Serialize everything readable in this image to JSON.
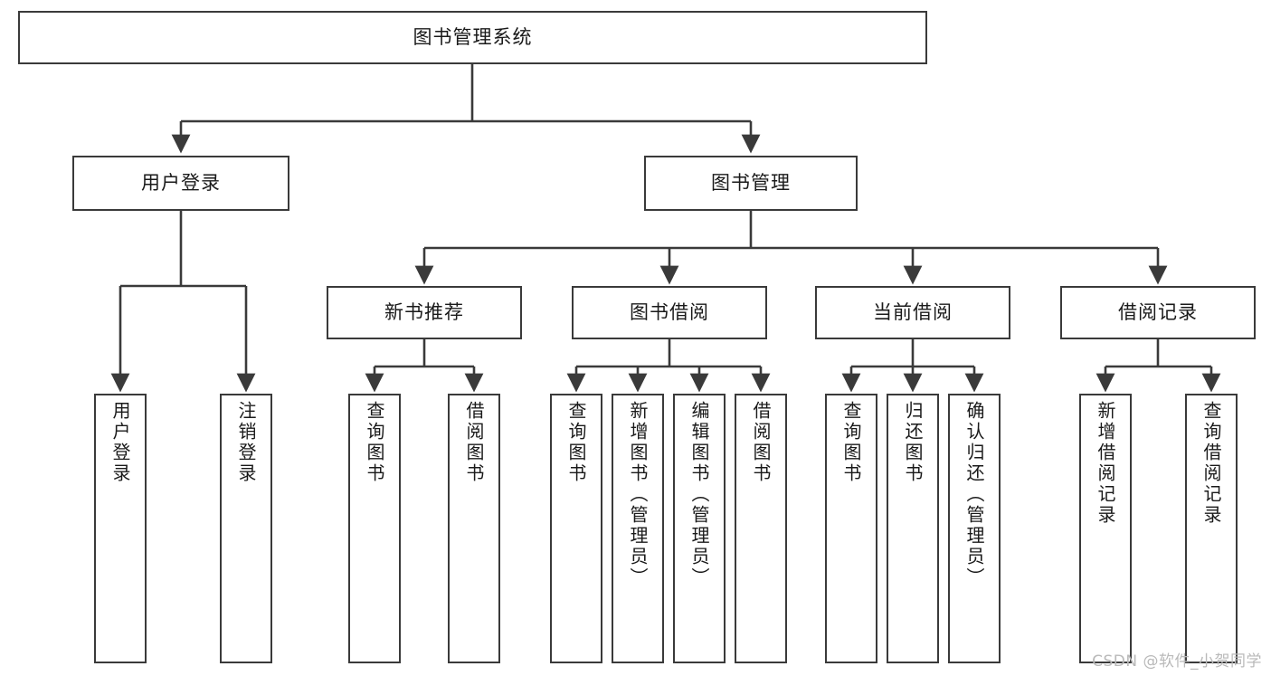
{
  "diagram": {
    "type": "tree-hierarchy",
    "title": "图书管理系统",
    "root": {
      "id": "root",
      "label": "图书管理系统"
    },
    "level2": [
      {
        "id": "user-login",
        "label": "用户登录"
      },
      {
        "id": "book-management",
        "label": "图书管理"
      }
    ],
    "level3": [
      {
        "id": "new-book-recommend",
        "label": "新书推荐",
        "parent": "book-management"
      },
      {
        "id": "book-borrow",
        "label": "图书借阅",
        "parent": "book-management"
      },
      {
        "id": "current-borrow",
        "label": "当前借阅",
        "parent": "book-management"
      },
      {
        "id": "borrow-record",
        "label": "借阅记录",
        "parent": "book-management"
      }
    ],
    "leaves": [
      {
        "id": "leaf-user-login",
        "label": "用户登录",
        "parent": "user-login"
      },
      {
        "id": "leaf-logout-login",
        "label": "注销登录",
        "parent": "user-login"
      },
      {
        "id": "leaf-query-book-1",
        "label": "查询图书",
        "parent": "new-book-recommend"
      },
      {
        "id": "leaf-borrow-book-1",
        "label": "借阅图书",
        "parent": "new-book-recommend"
      },
      {
        "id": "leaf-query-book-2",
        "label": "查询图书",
        "parent": "book-borrow"
      },
      {
        "id": "leaf-add-book",
        "label": "新增图书（管理员）",
        "parent": "book-borrow"
      },
      {
        "id": "leaf-edit-book",
        "label": "编辑图书（管理员）",
        "parent": "book-borrow"
      },
      {
        "id": "leaf-borrow-book-2",
        "label": "借阅图书",
        "parent": "book-borrow"
      },
      {
        "id": "leaf-query-book-3",
        "label": "查询图书",
        "parent": "current-borrow"
      },
      {
        "id": "leaf-return-book",
        "label": "归还图书",
        "parent": "current-borrow"
      },
      {
        "id": "leaf-confirm-return",
        "label": "确认归还（管理员）",
        "parent": "current-borrow"
      },
      {
        "id": "leaf-add-borrow-record",
        "label": "新增借阅记录",
        "parent": "borrow-record"
      },
      {
        "id": "leaf-query-borrow-record",
        "label": "查询借阅记录",
        "parent": "borrow-record"
      }
    ]
  },
  "watermark": {
    "text": "CSDN @软件_小贺同学"
  },
  "colors": {
    "line": "#3a3a3a",
    "box_border": "#3a3a3a",
    "box_fill": "#ffffff",
    "text": "#1a1a1a",
    "watermark": "#b9b9b9",
    "background": "#ffffff"
  }
}
